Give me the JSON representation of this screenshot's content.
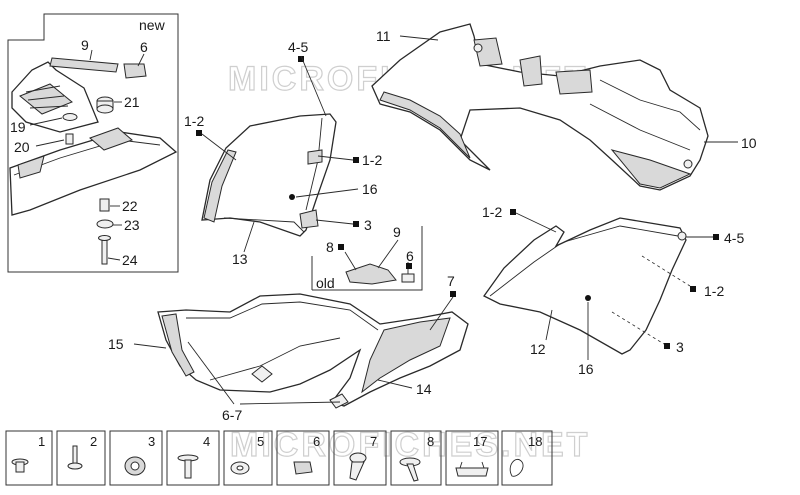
{
  "inset_new": {
    "title": "new"
  },
  "inset_old": {
    "title": "old"
  },
  "watermark": "MICROFICHES.NET",
  "callouts": [
    {
      "id": "c9a",
      "text": "9"
    },
    {
      "id": "c6a",
      "text": "6"
    },
    {
      "id": "c21",
      "text": "21"
    },
    {
      "id": "c19",
      "text": "19"
    },
    {
      "id": "c20",
      "text": "20"
    },
    {
      "id": "c22",
      "text": "22"
    },
    {
      "id": "c23",
      "text": "23"
    },
    {
      "id": "c24",
      "text": "24"
    },
    {
      "id": "c45a",
      "text": "4-5"
    },
    {
      "id": "c12a",
      "text": "1-2"
    },
    {
      "id": "c12b",
      "text": "1-2"
    },
    {
      "id": "c16a",
      "text": "16"
    },
    {
      "id": "c3a",
      "text": "3"
    },
    {
      "id": "c13",
      "text": "13"
    },
    {
      "id": "c9b",
      "text": "9"
    },
    {
      "id": "c8b",
      "text": "8"
    },
    {
      "id": "c6b",
      "text": "6"
    },
    {
      "id": "c11",
      "text": "11"
    },
    {
      "id": "c10",
      "text": "10"
    },
    {
      "id": "c12c",
      "text": "1-2"
    },
    {
      "id": "c45b",
      "text": "4-5"
    },
    {
      "id": "c12d",
      "text": "1-2"
    },
    {
      "id": "c3b",
      "text": "3"
    },
    {
      "id": "c12",
      "text": "12"
    },
    {
      "id": "c16b",
      "text": "16"
    },
    {
      "id": "c7",
      "text": "7"
    },
    {
      "id": "c15",
      "text": "15"
    },
    {
      "id": "c14",
      "text": "14"
    },
    {
      "id": "c67",
      "text": "6-7"
    }
  ],
  "legend": [
    {
      "num": "1",
      "icon": "push-rivet-icon"
    },
    {
      "num": "2",
      "icon": "screw-rivet-icon"
    },
    {
      "num": "3",
      "icon": "rubber-grommet-icon"
    },
    {
      "num": "4",
      "icon": "flat-head-screw-icon"
    },
    {
      "num": "5",
      "icon": "washer-icon"
    },
    {
      "num": "6",
      "icon": "speed-nut-icon"
    },
    {
      "num": "7",
      "icon": "hex-socket-screw-icon"
    },
    {
      "num": "8",
      "icon": "countersunk-screw-icon"
    },
    {
      "num": "17",
      "icon": "bracket-plate-icon"
    },
    {
      "num": "18",
      "icon": "wire-clip-icon"
    }
  ],
  "colors": {
    "line": "#2a2a2a",
    "shade": "#d9d9d9",
    "background": "#ffffff",
    "watermark": "#cfcfcf"
  }
}
